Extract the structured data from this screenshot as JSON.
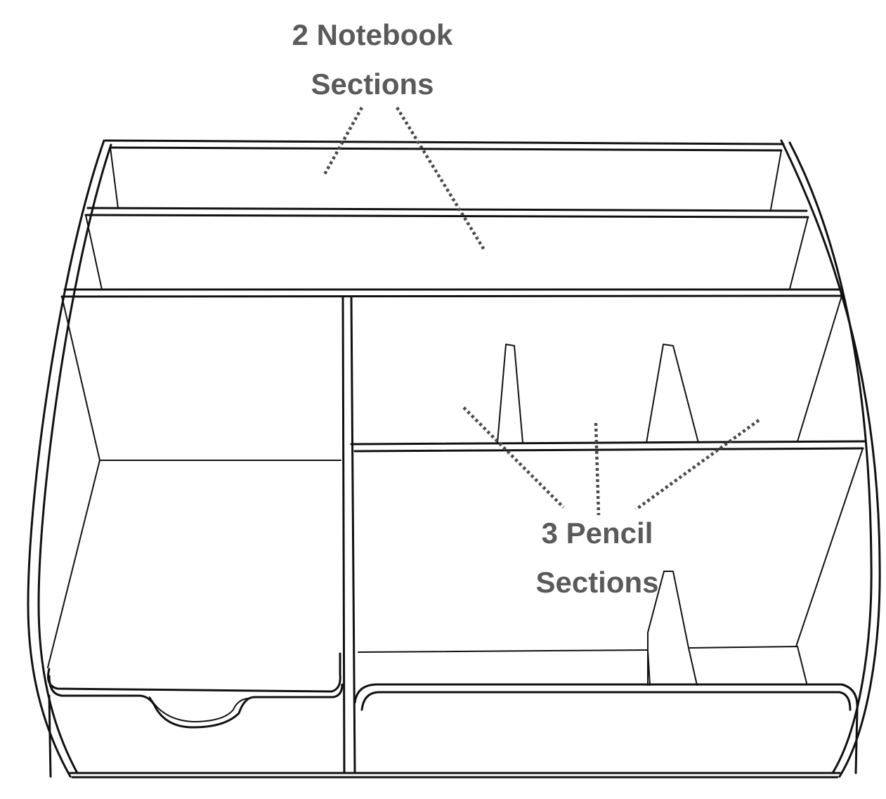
{
  "labels": {
    "notebook": {
      "line1": "2 Notebook",
      "line2": "Sections"
    },
    "pencil": {
      "line1": "3 Pencil",
      "line2": "Sections"
    }
  },
  "colors": {
    "label_text": "#5a5a5a",
    "leader_line": "#4a4a4a",
    "outline": "#111111",
    "background": "#ffffff"
  }
}
